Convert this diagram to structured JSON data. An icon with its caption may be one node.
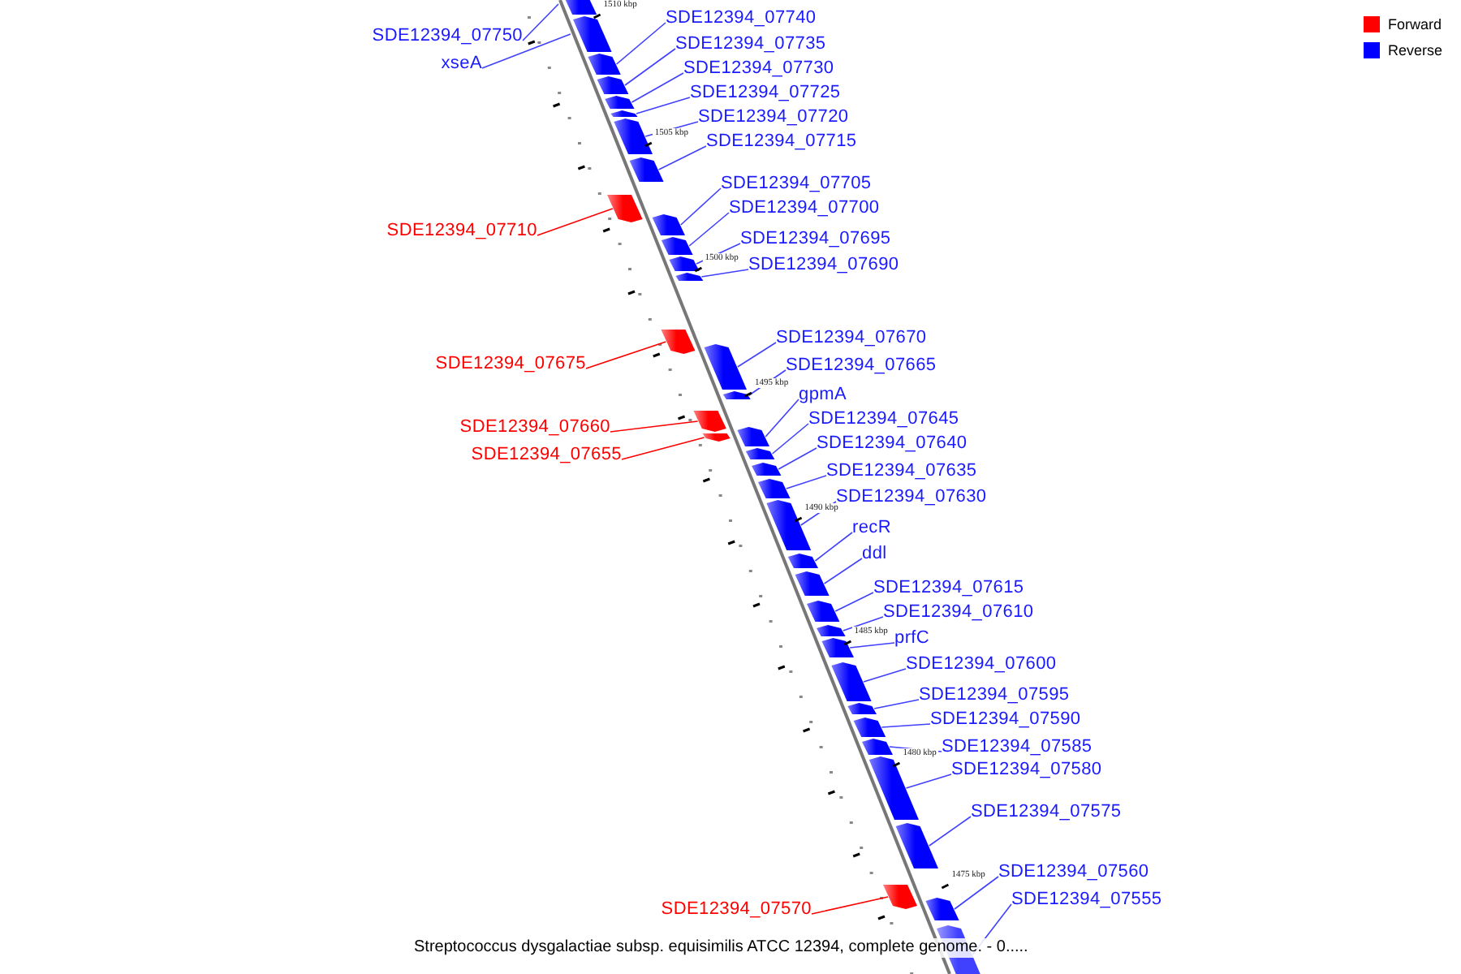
{
  "diagram": {
    "caption": "Streptococcus dysgalactiae subsp. equisimilis ATCC 12394, complete genome. - 0.....",
    "nodes": [
      {
        "text": [
          "SDE12394_07750"
        ]
      },
      {
        "text": [],
        "shape": "box"
      },
      {
        "text": [
          "xseA"
        ]
      },
      {
        "text": [],
        "shape": "box"
      },
      {
        "text": [
          "SDE12394_07740"
        ]
      },
      {
        "text": [],
        "shape": "box"
      },
      {
        "text": [
          "SDE12394_07735"
        ]
      },
      {
        "text": [],
        "shape": "box"
      },
      {
        "text": [
          "SDE12394_07730"
        ]
      },
      {
        "text": [],
        "shape": "box"
      },
      {
        "text": [
          "SDE12394_07725"
        ]
      },
      {
        "text": [],
        "shape": "box"
      },
      {
        "text": [
          "SDE12394_07720"
        ]
      },
      {
        "text": [],
        "shape": "box"
      },
      {
        "text": [
          "SDE12394_07715"
        ]
      },
      {
        "text": [],
        "shape": "box"
      },
      {
        "text": [
          "SDE12394_07710"
        ]
      },
      {
        "text": [],
        "shape": "box"
      },
      {
        "text": [
          "SDE12394_07705"
        ]
      },
      {
        "text": [],
        "shape": "box"
      },
      {
        "text": [
          "SDE12394_07700"
        ]
      },
      {
        "text": [],
        "shape": "box"
      },
      {
        "text": [
          "SDE12394_07695"
        ]
      },
      {
        "text": [],
        "shape": "box"
      },
      {
        "text": [
          "SDE12394_07690"
        ]
      },
      {
        "text": [],
        "shape": "box"
      },
      {
        "text": [
          "SDE12394_07675"
        ]
      },
      {
        "text": [],
        "shape": "box"
      },
      {
        "text": [
          "SDE12394_07670"
        ]
      },
      {
        "text": [],
        "shape": "box"
      },
      {
        "text": [
          "SDE12394_07665"
        ]
      },
      {
        "text": [],
        "shape": "box"
      },
      {
        "text": [
          "SDE12394_07660"
        ]
      },
      {
        "text": [],
        "shape": "box"
      },
      {
        "text": [
          "SDE12394_07655"
        ]
      },
      {
        "text": [],
        "shape": "box"
      },
      {
        "text": [
          "gpmA"
        ]
      },
      {
        "text": [],
        "shape": "box"
      },
      {
        "text": [
          "SDE12394_07645"
        ]
      },
      {
        "text": [],
        "shape": "box"
      },
      {
        "text": [
          "SDE12394_07640"
        ]
      },
      {
        "text": [],
        "shape": "box"
      },
      {
        "text": [
          "SDE12394_07635"
        ]
      },
      {
        "text": [],
        "shape": "box"
      },
      {
        "text": [
          "SDE12394_07630"
        ]
      },
      {
        "text": [],
        "shape": "box"
      },
      {
        "text": [
          "recR"
        ]
      },
      {
        "text": [],
        "shape": "box"
      },
      {
        "text": [
          "ddl"
        ]
      },
      {
        "text": [],
        "shape": "box"
      },
      {
        "text": [
          "SDE12394_07615"
        ]
      },
      {
        "text": [],
        "shape": "box"
      },
      {
        "text": [
          "SDE12394_07610"
        ]
      },
      {
        "text": [],
        "shape": "box"
      },
      {
        "text": [
          "prfC"
        ]
      },
      {
        "text": [],
        "shape": "box"
      },
      {
        "text": [
          "SDE12394_07600"
        ]
      },
      {
        "text": [],
        "shape": "box"
      },
      {
        "text": [
          "SDE12394_07595"
        ]
      },
      {
        "text": [],
        "shape": "box"
      },
      {
        "text": [
          "SDE12394_07590"
        ]
      },
      {
        "text": [],
        "shape": "box"
      },
      {
        "text": [
          "SDE12394_07585"
        ]
      },
      {
        "text": [],
        "shape": "box"
      },
      {
        "text": [
          "SDE12394_07580"
        ]
      },
      {
        "text": [],
        "shape": "box"
      },
      {
        "text": [
          "SDE12394_07575"
        ]
      },
      {
        "text": [],
        "shape": "box"
      },
      {
        "text": [
          "SDE12394_07570"
        ]
      },
      {
        "text": [],
        "shape": "box"
      },
      {
        "text": [
          "SDE12394_07560"
        ]
      },
      {
        "text": [],
        "shape": "box"
      },
      {
        "text": [
          "SDE12394_07555"
        ]
      },
      {
        "text": [],
        "shape": "box"
      }
    ],
    "edges": [
      {
        "from": 0,
        "to": 1,
        "arrow": "none"
      },
      {
        "from": 2,
        "to": 3,
        "arrow": "none"
      },
      {
        "from": 4,
        "to": 5,
        "arrow": "none"
      },
      {
        "from": 6,
        "to": 7,
        "arrow": "none"
      },
      {
        "from": 8,
        "to": 9,
        "arrow": "none"
      },
      {
        "from": 10,
        "to": 11,
        "arrow": "none"
      },
      {
        "from": 12,
        "to": 13,
        "arrow": "none"
      },
      {
        "from": 14,
        "to": 15,
        "arrow": "none"
      },
      {
        "from": 16,
        "to": 17,
        "arrow": "none",
        "color": "#ff0000"
      },
      {
        "from": 18,
        "to": 19,
        "arrow": "none"
      },
      {
        "from": 20,
        "to": 21,
        "arrow": "none"
      },
      {
        "from": 22,
        "to": 23,
        "arrow": "none"
      },
      {
        "from": 24,
        "to": 25,
        "arrow": "none"
      },
      {
        "from": 26,
        "to": 27,
        "arrow": "none",
        "color": "#ff0000"
      },
      {
        "from": 28,
        "to": 29,
        "arrow": "none"
      },
      {
        "from": 30,
        "to": 31,
        "arrow": "none"
      },
      {
        "from": 32,
        "to": 33,
        "arrow": "none",
        "color": "#ff0000"
      },
      {
        "from": 34,
        "to": 35,
        "arrow": "none",
        "color": "#ff0000"
      },
      {
        "from": 36,
        "to": 37,
        "arrow": "none"
      },
      {
        "from": 38,
        "to": 39,
        "arrow": "none"
      },
      {
        "from": 40,
        "to": 41,
        "arrow": "none"
      },
      {
        "from": 42,
        "to": 43,
        "arrow": "none"
      },
      {
        "from": 44,
        "to": 45,
        "arrow": "none"
      },
      {
        "from": 46,
        "to": 47,
        "arrow": "none"
      },
      {
        "from": 48,
        "to": 49,
        "arrow": "none"
      },
      {
        "from": 50,
        "to": 51,
        "arrow": "none"
      },
      {
        "from": 52,
        "to": 53,
        "arrow": "none"
      },
      {
        "from": 54,
        "to": 55,
        "arrow": "none"
      },
      {
        "from": 56,
        "to": 57,
        "arrow": "none"
      },
      {
        "from": 58,
        "to": 59,
        "arrow": "none"
      },
      {
        "from": 60,
        "to": 61,
        "arrow": "none"
      },
      {
        "from": 62,
        "to": 63,
        "arrow": "none"
      },
      {
        "from": 64,
        "to": 65,
        "arrow": "none"
      },
      {
        "from": 66,
        "to": 67,
        "arrow": "none"
      },
      {
        "from": 68,
        "to": 69,
        "arrow": "none",
        "color": "#ff0000"
      },
      {
        "from": 70,
        "to": 71,
        "arrow": "none"
      },
      {
        "from": 72,
        "to": 73,
        "arrow": "none"
      }
    ],
    "labels": [
      "1510 kbp",
      "1505 kbp",
      "1500 kbp",
      "1495 kbp",
      "1490 kbp",
      "1485 kbp",
      "1480 kbp",
      "1475 kbp"
    ],
    "legend": [
      {
        "text": "Forward",
        "color": "#ff0000"
      },
      {
        "text": "Reverse",
        "color": "#0000ff"
      }
    ]
  }
}
